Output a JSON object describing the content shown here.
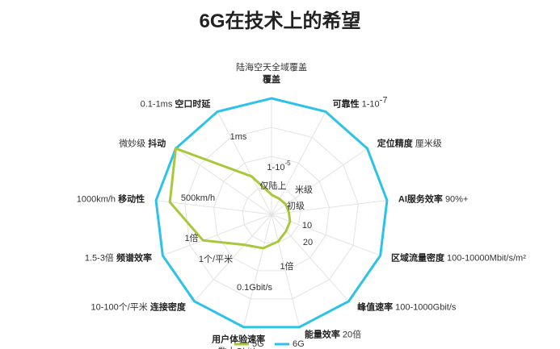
{
  "title": "6G在技术上的希望",
  "chart_data": {
    "type": "radar",
    "title": "6G在技术上的希望",
    "axes": [
      {
        "name": "覆盖",
        "g6_value": "陆海空天全域覆盖",
        "g5_value": "仅陆上"
      },
      {
        "name": "可靠性",
        "g6_value": "1-10^-7",
        "g5_value": "1-10^-5"
      },
      {
        "name": "定位精度",
        "g6_value": "厘米级",
        "g5_value": "米级"
      },
      {
        "name": "AI服务效率",
        "g6_value": "90%+",
        "g5_value": "初级"
      },
      {
        "name": "区域流量密度",
        "g6_value": "100-10000Mbit/s/m²",
        "g5_value": "10"
      },
      {
        "name": "峰值速率",
        "g6_value": "100-1000Gbit/s",
        "g5_value": "20"
      },
      {
        "name": "能量效率",
        "g6_value": "20倍",
        "g5_value": "1倍"
      },
      {
        "name": "用户体验速率",
        "g6_value": "数十Gbit/s",
        "g5_value": "0.1Gbit/s"
      },
      {
        "name": "连接密度",
        "g6_value": "10-100个/平米",
        "g5_value": "1个/平米"
      },
      {
        "name": "频谱效率",
        "g6_value": "1.5-3倍",
        "g5_value": "1倍"
      },
      {
        "name": "移动性",
        "g6_value": "1000km/h",
        "g5_value": "500km/h"
      },
      {
        "name": "抖动",
        "g6_value": "微妙级",
        "g5_value": "1ms"
      },
      {
        "name": "空口时延",
        "g6_value": "0.1-1ms",
        "g5_value": ""
      }
    ],
    "series": [
      {
        "name": "5G",
        "color": "#a8c83c",
        "values": [
          0.17,
          0.15,
          0.15,
          0.15,
          0.17,
          0.19,
          0.24,
          0.3,
          0.35,
          0.63,
          0.88,
          1.0,
          0.37
        ]
      },
      {
        "name": "6G",
        "color": "#2dc2e8",
        "values": [
          1,
          1,
          1,
          1,
          1,
          1,
          1,
          1,
          1,
          1,
          1,
          1,
          1
        ]
      }
    ],
    "rmax": 1,
    "grid": true,
    "legend": "bottom"
  }
}
